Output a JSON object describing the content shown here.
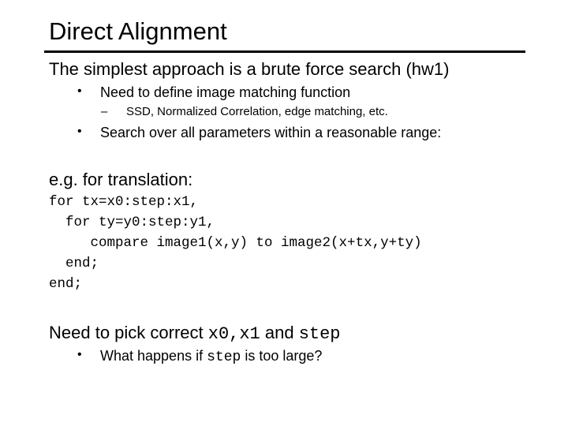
{
  "slide": {
    "title": "Direct Alignment",
    "line1": "The simplest approach is a brute force search (hw1)",
    "bullet_mark": "•",
    "sub_dash": "–",
    "bullet1": "Need to define image matching function",
    "sub1": "SSD, Normalized Correlation, edge matching, etc.",
    "bullet2": "Search over all parameters within a reasonable range:",
    "eg_heading": "e.g. for translation:",
    "code": [
      "for tx=x0:step:x1,",
      "  for ty=y0:step:y1,",
      "     compare image1(x,y) to image2(x+tx,y+ty)",
      "  end;",
      "end;"
    ],
    "pick_prefix": "Need to pick correct ",
    "pick_code1": "x0,x1",
    "pick_mid": " and ",
    "pick_code2": "step",
    "q_prefix": "What happens if ",
    "q_code": "step",
    "q_suffix": " is too large?"
  }
}
